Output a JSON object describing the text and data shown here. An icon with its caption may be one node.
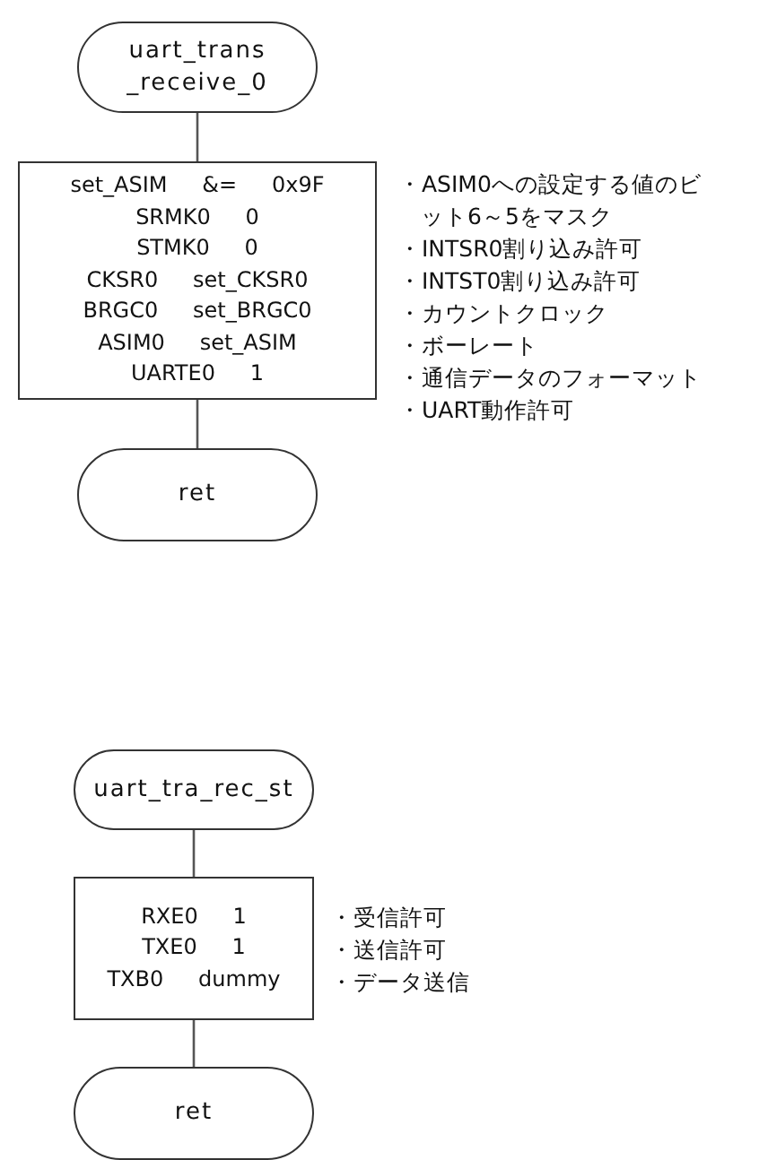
{
  "diagram": {
    "nodes": [
      {
        "text": [
          "uart_trans _receive_0"
        ]
      },
      {
        "text": [
          "set_ASIM &= 0x9F",
          "SRMK0 0",
          "STMK0 0",
          "CKSR0 set_CKSR0",
          "BRGC0 set_BRGC0",
          "ASIM0 set_ASIM",
          "UARTE0 1"
        ],
        "beside": [
          "・ASIM0への設定する値のビット6～5をマスク",
          "・INTSR0割り込み許可",
          "・INTST0割り込み許可",
          "・カウントクロック",
          "・ボーレート",
          "・通信データのフォーマット",
          "・UART動作許可"
        ]
      },
      {
        "text": [
          "ret"
        ]
      },
      {
        "text": [
          "uart_tra_rec_st"
        ]
      },
      {
        "text": [
          "RXE0 1",
          "TXE0 1",
          "TXB0 dummy"
        ],
        "beside": [
          "・受信許可",
          "・送信許可",
          "・データ送信"
        ]
      },
      {
        "text": [
          "ret"
        ]
      }
    ],
    "edges": [
      {
        "from": 0,
        "to": 1,
        "arrow": "none"
      },
      {
        "from": 1,
        "to": 2,
        "arrow": "none"
      },
      {
        "from": 3,
        "to": 4,
        "arrow": "none"
      },
      {
        "from": 4,
        "to": 5,
        "arrow": "none"
      }
    ]
  }
}
